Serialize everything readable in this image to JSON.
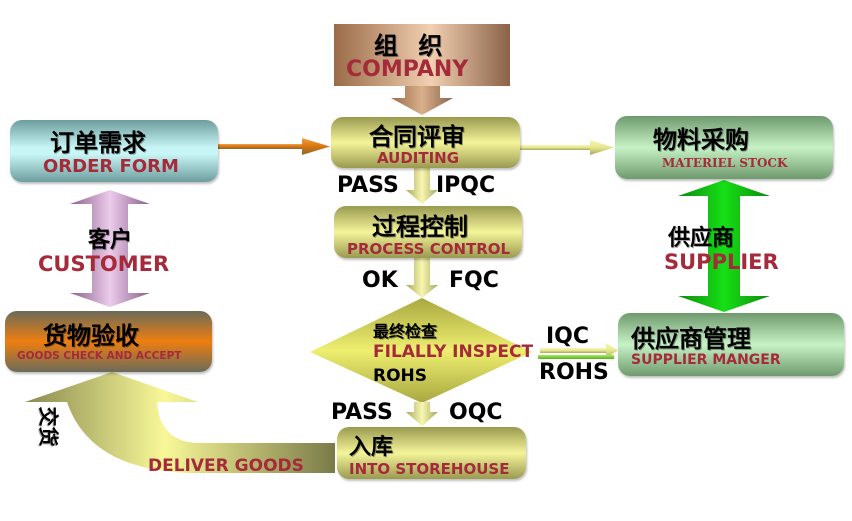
{
  "diagram": {
    "type": "process-flowchart",
    "nodes": {
      "company": {
        "cn": "组 织",
        "en": "COMPANY"
      },
      "order_form": {
        "cn": "订单需求",
        "en": "ORDER FORM"
      },
      "auditing": {
        "cn": "合同评审",
        "en": "AUDITING"
      },
      "materiel_stock": {
        "cn": "物料采购",
        "en": "MATERIEL STOCK"
      },
      "process_control": {
        "cn": "过程控制",
        "en": "PROCESS CONTROL"
      },
      "customer": {
        "cn": "客户",
        "en": "CUSTOMER"
      },
      "supplier": {
        "cn": "供应商",
        "en": "SUPPLIER"
      },
      "final_inspect": {
        "cn": "最终检查",
        "en": "FILALLY INSPECT",
        "extra": "ROHS"
      },
      "goods_check": {
        "cn": "货物验收",
        "en": "GOODS CHECK AND ACCEPT"
      },
      "supplier_manager": {
        "cn": "供应商管理",
        "en": "SUPPLIER MANGER"
      },
      "into_storehouse": {
        "cn": "入库",
        "en": "INTO STOREHOUSE"
      }
    },
    "edge_labels": {
      "pass_1": "PASS",
      "ipqc": "IPQC",
      "ok": "OK",
      "fqc": "FQC",
      "pass_2": "PASS",
      "oqc": "OQC",
      "iqc": "IQC",
      "rohs": "ROHS",
      "deliver_cn": "交货",
      "deliver_en": "DELIVER GOODS"
    },
    "colors": {
      "english_text": "#a52a3a",
      "chinese_text": "#000000",
      "company_arrow": "#b58a66",
      "order_arrow": "#e07d1a",
      "flow_arrow": "#e8e89a",
      "supplier_arrow": "#12b212",
      "customer_arrow": "#b088b0"
    }
  }
}
